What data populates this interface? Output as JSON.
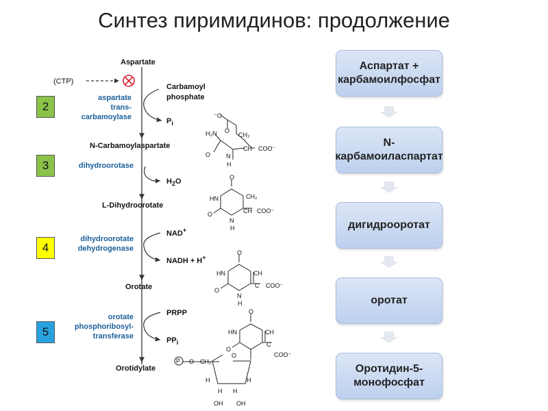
{
  "title": "Синтез пиримидинов: продолжение",
  "steps": [
    "2",
    "3",
    "4",
    "5"
  ],
  "step_colors": {
    "2": "#8bc34a",
    "3": "#8bc34a",
    "4": "#ffff00",
    "5": "#29a3e0"
  },
  "pathway": {
    "aspartate": "Aspartate",
    "ctp": "(CTP)",
    "carbamoyl_1": "Carbamoyl",
    "carbamoyl_2": "phosphate",
    "pi": "P",
    "pi_sub": "i",
    "enz2_1": "aspartate",
    "enz2_2": "trans-",
    "enz2_3": "carbamoylase",
    "n_carb": "N-Carbamoylaspartate",
    "enz3": "dihydroorotase",
    "h2o_a": "H",
    "h2o_sub": "2",
    "h2o_b": "O",
    "dihydroorotate": "L-Dihydroorotate",
    "enz4_1": "dihydroorotate",
    "enz4_2": "dehydrogenase",
    "nad": "NAD",
    "nad_sup": "+",
    "nadh": "NADH + H",
    "nadh_sup": "+",
    "orotate": "Orotate",
    "enz5_1": "orotate",
    "enz5_2": "phosphoribosyl-",
    "enz5_3": "transferase",
    "prpp": "PRPP",
    "ppi": "PP",
    "ppi_sub": "i",
    "orotidylate": "Orotidylate"
  },
  "flow": [
    "Аспартат + карбамоилфосфат",
    "N-карбамоиласпартат",
    "дигидрооротат",
    "оротат",
    "Оротидин-5-монофосфат"
  ]
}
